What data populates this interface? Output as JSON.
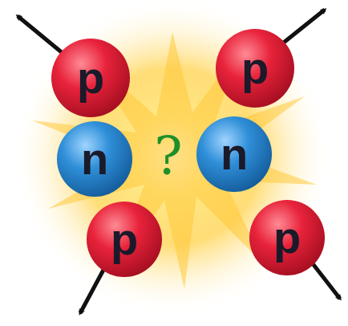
{
  "diagram": {
    "nodes": [
      {
        "text": [
          "p"
        ]
      },
      {
        "text": [
          "p"
        ]
      },
      {
        "text": [
          "n"
        ]
      },
      {
        "text": [
          "n"
        ]
      },
      {
        "text": [
          "p"
        ]
      },
      {
        "text": [
          "p"
        ]
      }
    ],
    "labels": [
      "?"
    ]
  }
}
